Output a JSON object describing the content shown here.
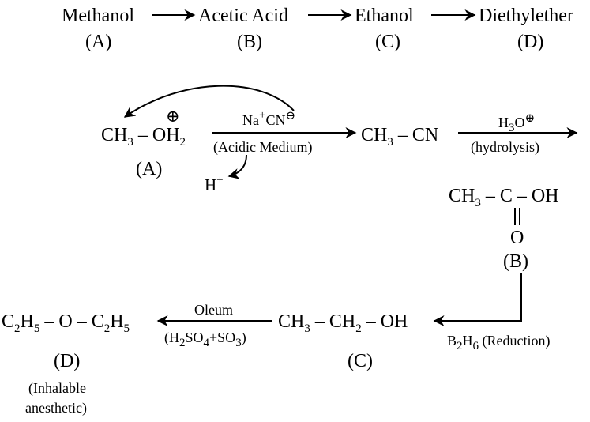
{
  "overview": {
    "methanol": "Methanol",
    "acetic_acid": "Acetic Acid",
    "ethanol": "Ethanol",
    "diethylether": "Diethylether",
    "label_a": "(A)",
    "label_b": "(B)",
    "label_c": "(C)",
    "label_d": "(D)"
  },
  "step1": {
    "reactant_ch3": "CH",
    "reactant_3": "3",
    "reactant_dash": "–",
    "reactant_o": "O",
    "reactant_h": "H",
    "reactant_2": "2",
    "oxonium_charge": "⊕",
    "reactant_label": "(A)",
    "reagent_na": "Na",
    "reagent_plus": "+",
    "reagent_cn": "CN",
    "reagent_minus": "⊖",
    "condition": "(Acidic Medium)",
    "leaving_h": "H",
    "leaving_plus": "+",
    "product_ch": "CH",
    "product_3": "3",
    "product_rest": " – CN"
  },
  "step2": {
    "reagent_h3o": "H",
    "reagent_3": "3",
    "reagent_o": "O",
    "reagent_charge": "⊕",
    "condition": "(hydrolysis)",
    "product_ch": "CH",
    "product_3": "3",
    "product_c": "– C – OH",
    "product_o": "O",
    "product_label": "(B)"
  },
  "step3": {
    "reagent_b": "B",
    "reagent_2": "2",
    "reagent_h": "H",
    "reagent_6": "6",
    "condition": " (Reduction)",
    "product_ch": "CH",
    "product_3": "3",
    "product_mid": " – CH",
    "product_2": "2",
    "product_end": " – OH",
    "product_label": "(C)"
  },
  "step4": {
    "reagent": "Oleum",
    "cond_open": "(H",
    "cond_2": "2",
    "cond_so": "SO",
    "cond_4": "4",
    "cond_plus": "+SO",
    "cond_3": "3",
    "cond_close": ")",
    "product_c1": "C",
    "product_h1": "2",
    "product_h5a": "H",
    "product_5a": "5",
    "product_mid": " – O – C",
    "product_2b": "2",
    "product_hb": "H",
    "product_5b": "5",
    "product_label": "(D)",
    "note_line1": "(Inhalable",
    "note_line2": "anesthetic)"
  }
}
